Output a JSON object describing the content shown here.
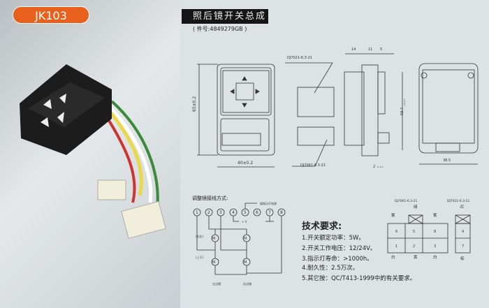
{
  "badge": "JK103",
  "title": "照后镜开关总成",
  "part_number": "( 件号:4849279GB )",
  "dimensions": {
    "height": "65±0.2",
    "width": "40±0.2",
    "d14": "14",
    "d11": "11",
    "d5": "5",
    "side_height": "59.7",
    "side_tol": "+0.2 0",
    "bottom": "2",
    "bottom_tol": "0 -0.1",
    "back_width": "38.5"
  },
  "connectors": {
    "top": "DJ7021-6.3-21",
    "bottom": "DJ7061-6.3-21"
  },
  "wiring": {
    "title": "调整镜接线方式:",
    "terminals": [
      "1",
      "2",
      "3",
      "4",
      "5",
      "6",
      "7",
      "8"
    ],
    "indicator_power": "接指示灯电源",
    "plus_v": "+ V",
    "left_right": "(左右)",
    "up_down": "(上下)",
    "motor": "M",
    "left_mirror": "左边镜",
    "right_mirror": "右边镜"
  },
  "tech": {
    "title": "技术要求:",
    "items": [
      "1.开关额定功率：5W。",
      "2.开关工作电压：12/24V。",
      "3.指示灯寿命：>1000h。",
      "4.耐久性：2.5万次。",
      "5.其它按：QC/T413-1999中的有关要求。"
    ]
  },
  "pinout": {
    "left_label": "DJ7061-6.3-21",
    "right_label": "DJ7021-6.3-21",
    "top_colors": [
      "紫",
      "绿",
      "紫"
    ],
    "top_row": [
      "6",
      "5",
      "8"
    ],
    "bottom_row": [
      "1",
      "2",
      "3"
    ],
    "bottom_colors": [
      "白",
      "黄",
      "白"
    ],
    "right_top_color": "红",
    "right_pins": [
      "4",
      "7"
    ],
    "right_bottom_color": "棕"
  }
}
